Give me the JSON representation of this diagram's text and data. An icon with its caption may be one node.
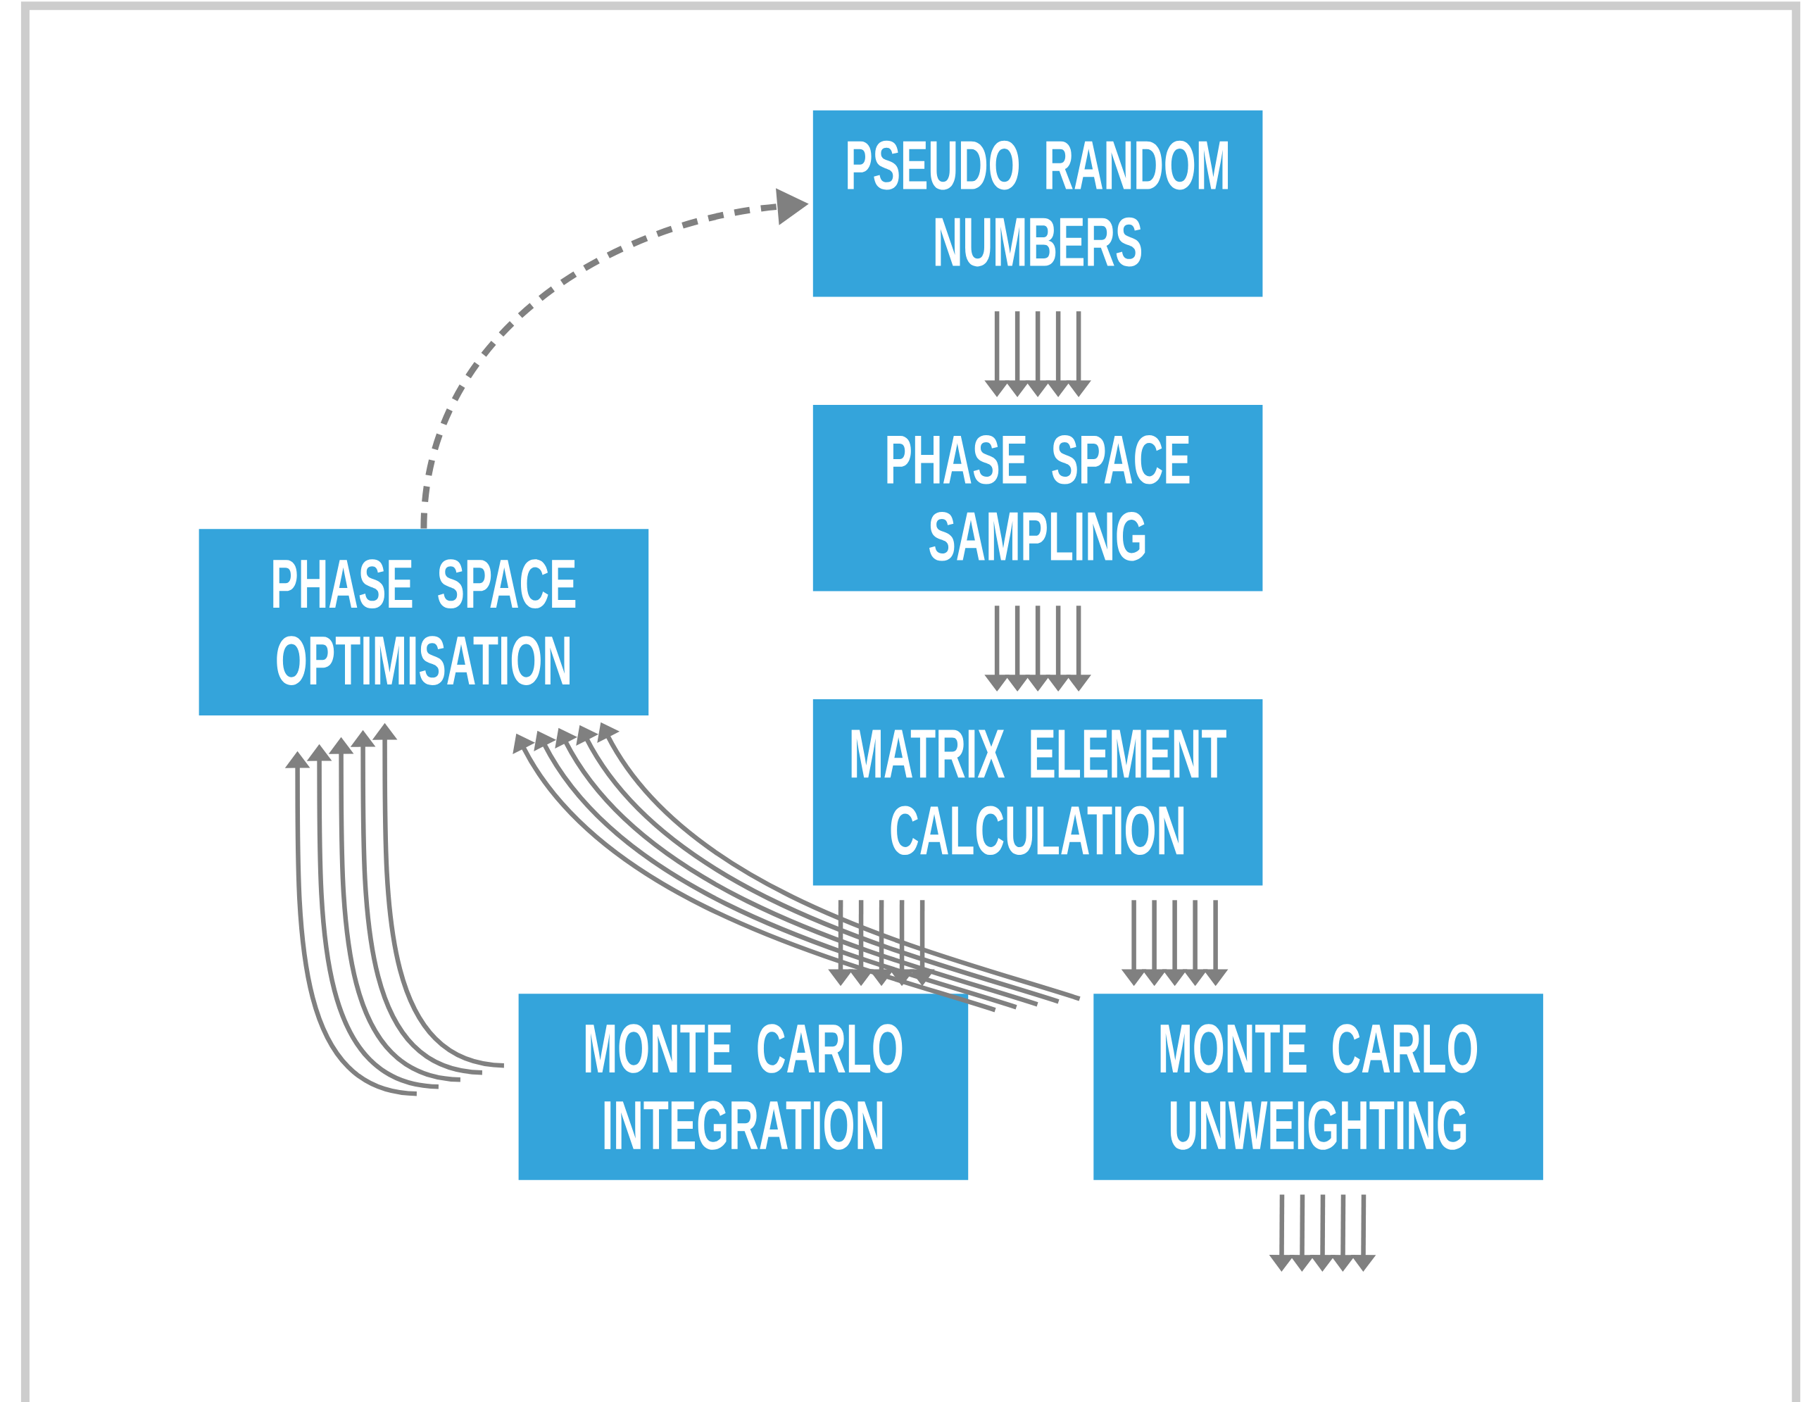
{
  "diagram": {
    "nodes": [
      {
        "text": [
          "PSEUDO RANDOM NUMBERS"
        ]
      },
      {
        "text": [
          "PHASE SPACE SAMPLING"
        ]
      },
      {
        "text": [
          "PHASE SPACE OPTIMISATION"
        ]
      },
      {
        "text": [
          "MATRIX ELEMENT CALCULATION"
        ]
      },
      {
        "text": [
          "MONTE CARLO INTEGRATION"
        ]
      },
      {
        "text": [
          "MONTE CARLO UNWEIGHTING"
        ]
      }
    ],
    "edges": [
      {
        "from": 0,
        "to": 1,
        "arrow": "to"
      },
      {
        "from": 1,
        "to": 3,
        "arrow": "to"
      },
      {
        "from": 3,
        "to": 4,
        "arrow": "to"
      },
      {
        "from": 3,
        "to": 5,
        "arrow": "to"
      },
      {
        "from": 5,
        "to": null,
        "arrow": "to"
      },
      {
        "from": 4,
        "to": 2,
        "arrow": "to"
      },
      {
        "from": 5,
        "to": 2,
        "arrow": "to"
      },
      {
        "from": 2,
        "to": 0,
        "arrow": "to",
        "style": "dashed"
      }
    ]
  }
}
